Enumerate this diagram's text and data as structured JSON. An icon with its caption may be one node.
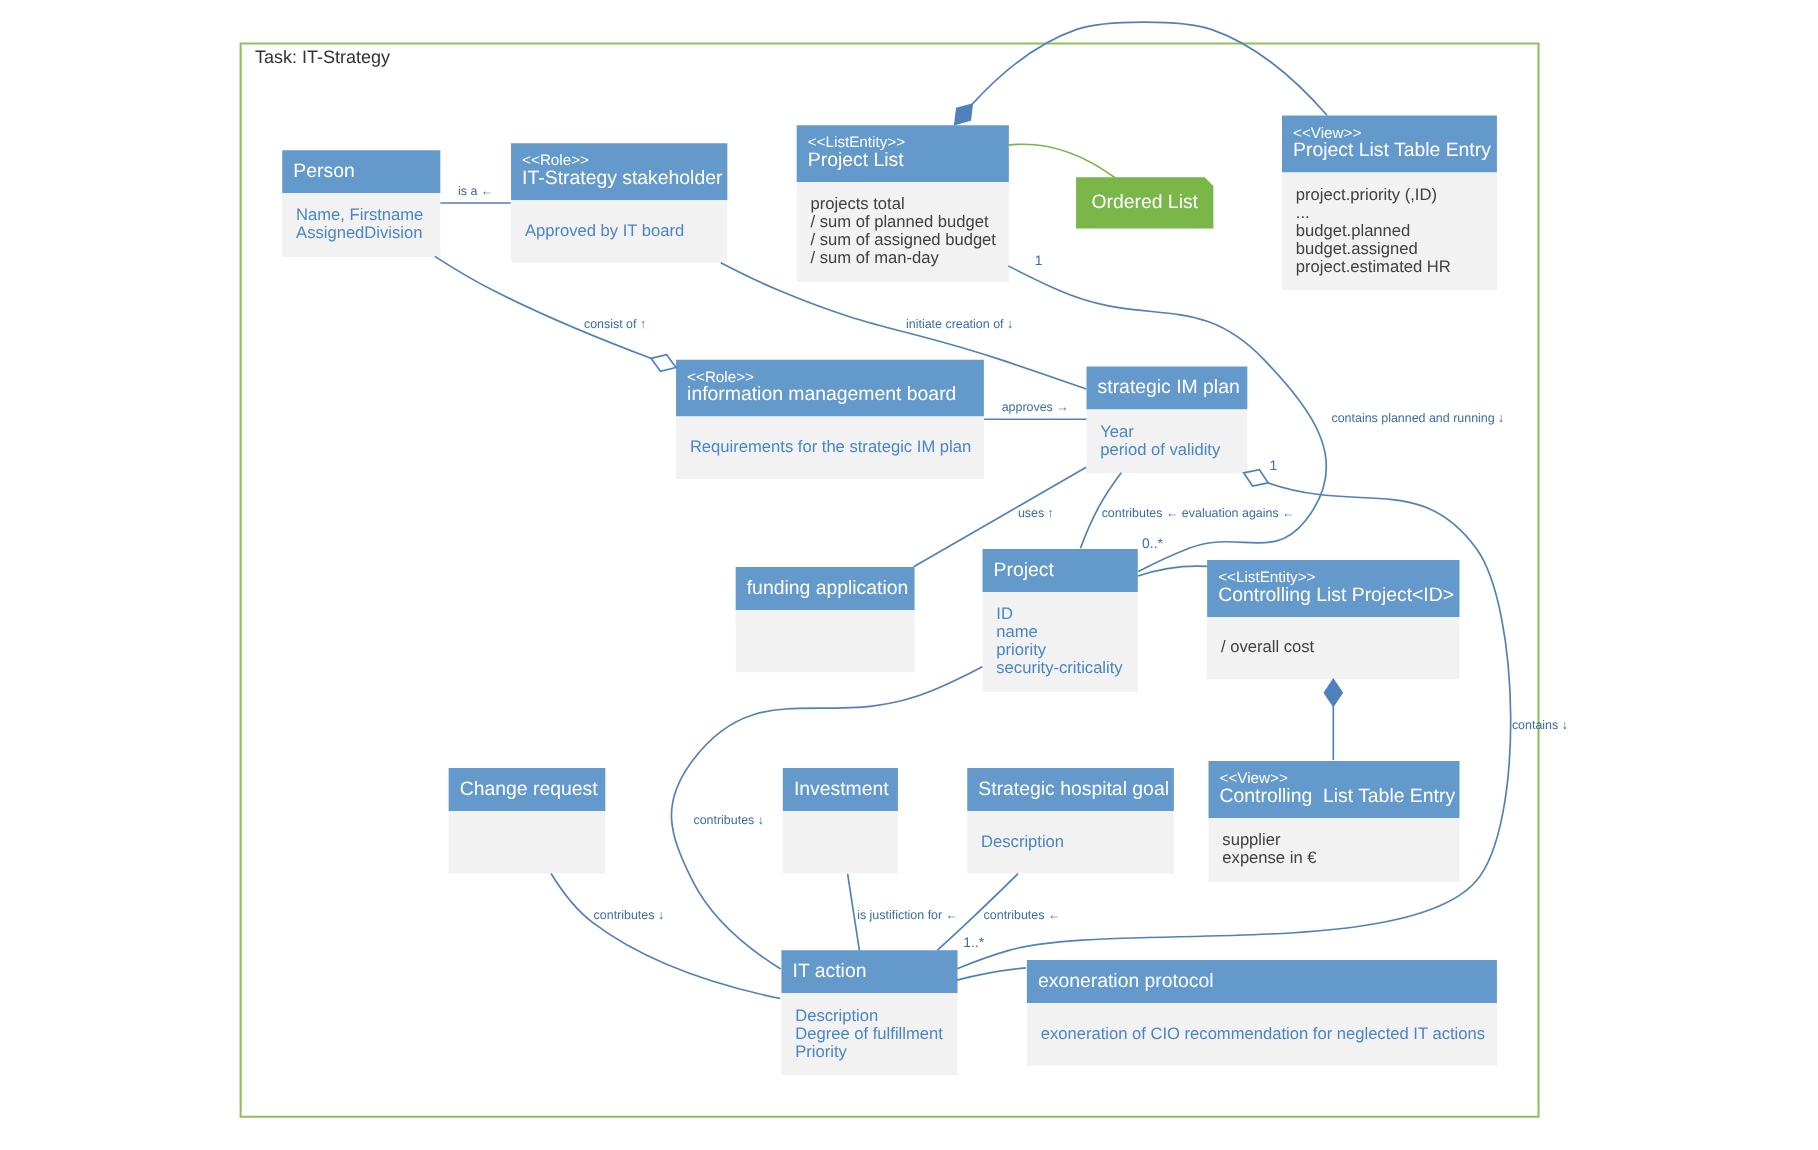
{
  "diagram": {
    "nodes": [
      {
        "text": [
          "Task: IT-Strategy"
        ]
      },
      {
        "text": [
          "Person",
          "Name, Firstname",
          "AssignedDivision"
        ],
        "in": 0
      },
      {
        "text": [
          "<<Role>>",
          "IT-Strategy stakeholder",
          "Approved by IT board"
        ],
        "in": 0
      },
      {
        "text": [
          "<<ListEntity>>",
          "Project List",
          "projects total",
          "/ sum of planned budget",
          "/ sum of assigned budget",
          "/ sum of man-day"
        ],
        "in": 0
      },
      {
        "text": [
          "Ordered List"
        ],
        "in": 0
      },
      {
        "text": [
          "<<View>>",
          "Project List Table Entry",
          "project.priority (,ID)",
          "...",
          "budget.planned",
          "budget.assigned",
          "project.estimated HR"
        ],
        "in": 0
      },
      {
        "text": [
          "<<Role>>",
          "information management board",
          "Requirements for the strategic IM plan"
        ],
        "in": 0
      },
      {
        "text": [
          "strategic IM plan",
          "Year",
          "period of validity"
        ],
        "in": 0
      },
      {
        "text": [
          "Project",
          "ID",
          "name",
          "priority",
          "security-criticality"
        ],
        "in": 0
      },
      {
        "text": [
          "funding application"
        ],
        "in": 0
      },
      {
        "text": [
          "Change request"
        ],
        "in": 0
      },
      {
        "text": [
          "<<ListEntity>>",
          "Controlling List Project<ID>",
          "/ overall cost"
        ],
        "in": 0
      },
      {
        "text": [
          "Investment"
        ],
        "in": 0
      },
      {
        "text": [
          "Strategic hospital goal",
          "Description"
        ],
        "in": 0
      },
      {
        "text": [
          "IT action",
          "Description",
          "Degree of fulfillment",
          "Priority"
        ],
        "in": 0
      },
      {
        "text": [
          "exoneration protocol",
          "exoneration of CIO recommendation for neglected IT actions"
        ],
        "in": 0
      },
      {
        "text": [
          "<<View>>",
          "Controlling  List Table Entry",
          "supplier",
          "expense in €"
        ],
        "in": 0
      }
    ],
    "edges": [
      {
        "from": 2,
        "to": 1,
        "arrow": "none",
        "label": "is a ←"
      },
      {
        "from": 1,
        "to": 6,
        "arrow": "other",
        "label": "consist of ↑"
      },
      {
        "from": 2,
        "to": 7,
        "arrow": "none",
        "label": "initiate creation of ↓"
      },
      {
        "from": 6,
        "to": 7,
        "arrow": "none",
        "label": "approves →"
      },
      {
        "from": 3,
        "to": 4,
        "arrow": "none",
        "color": "#7ab648"
      },
      {
        "from": 5,
        "to": 3,
        "arrow": "other"
      },
      {
        "from": 7,
        "to": 8,
        "arrow": "none",
        "label": "contributes ← evaluation agains ←"
      },
      {
        "from": 3,
        "to": 8,
        "arrow": "none",
        "label": "contains planned and running ↓"
      },
      {
        "from": 7,
        "to": 9,
        "arrow": "none",
        "label": "uses ↑"
      },
      {
        "from": 7,
        "to": 14,
        "arrow": "other",
        "label": "contains ↓"
      },
      {
        "from": 10,
        "to": 14,
        "arrow": "none",
        "label": "contributes ↓"
      },
      {
        "from": 8,
        "to": 14,
        "arrow": "none",
        "label": "contributes ↓"
      },
      {
        "from": 8,
        "to": 11,
        "arrow": "none"
      },
      {
        "from": 11,
        "to": 16,
        "arrow": "other"
      },
      {
        "from": 12,
        "to": 14,
        "arrow": "none",
        "label": "is justifiction for ←"
      },
      {
        "from": 13,
        "to": 14,
        "arrow": "none",
        "label": "contributes ←"
      },
      {
        "from": 14,
        "to": 15,
        "arrow": "none"
      }
    ],
    "labels": [
      "1",
      "0..*",
      "1",
      "1..*"
    ]
  }
}
